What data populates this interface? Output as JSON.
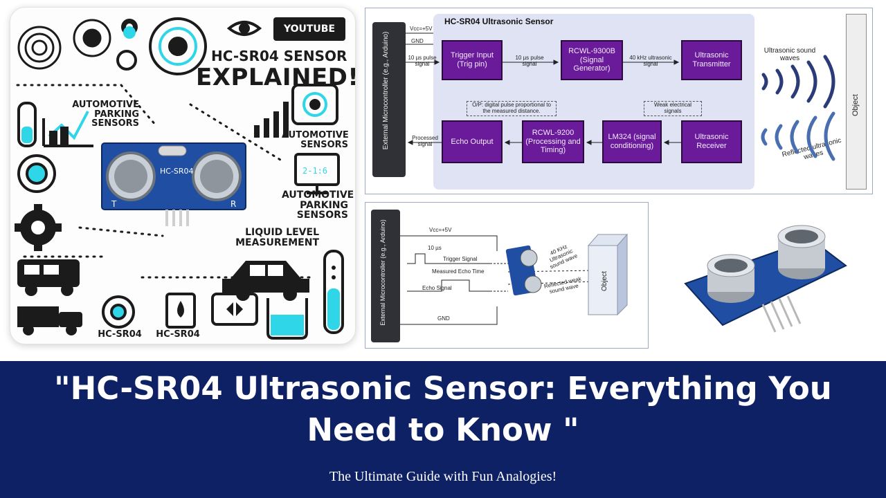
{
  "illustration": {
    "youtube_badge": "YOUTUBE",
    "title_line1": "HC-SR04 SENSOR",
    "title_line2": "EXPLAINED!",
    "labels": {
      "automotive_parking_1": "AUTOMOTIVE PARKING SENSORS",
      "automotive_sensors": "AUTOMOTIVE SENSORS",
      "automotive_parking_2": "AUTOMOTIVE PARKING SENSORS",
      "liquid_level": "LIQUID LEVEL MEASUREMENT",
      "module_name_1": "HC-SR04",
      "module_name_2": "HC-SR04",
      "module_silk": "HC-SR04",
      "pin_t": "T",
      "pin_r": "R"
    }
  },
  "block_diagram": {
    "title": "HC-SR04 Ultrasonic Sensor",
    "microcontroller": "External Microcontroller (e.g., Arduino)",
    "object": "Object",
    "vcc": "Vcc=+5V",
    "gnd": "GND",
    "pulse_in": "10 µs pulse signal",
    "processed": "Processed signal",
    "pulse_mid": "10 µs pulse signal",
    "khz": "40 kHz ultrasonic signal",
    "op_note": "O/P: digital pulse proportional to the measured distance.",
    "weak_note": "Weak electrical signals",
    "waves_out": "Ultrasonic sound waves",
    "waves_back": "Reflected ultrasonic waves",
    "boxes": {
      "trigger": "Trigger Input (Trig pin)",
      "rcwl9300": "RCWL-9300B (Signal Generator)",
      "transmitter": "Ultrasonic Transmitter",
      "echo_out": "Echo Output",
      "rcwl9200": "RCWL-9200 (Processing and Timing)",
      "lm324": "LM324 (signal conditioning)",
      "receiver": "Ultrasonic Receiver"
    }
  },
  "timing_diagram": {
    "microcontroller": "External Microcontroller (e.g., Arduino)",
    "vcc": "Vcc=+5V",
    "gnd": "GND",
    "ten_us": "10 µs",
    "trigger": "Trigger Signal",
    "measured": "Measured Echo Time",
    "echo": "Echo Signal",
    "sound_wave": "40 KHz Ultrasonic sound wave",
    "reflected": "Reflected weak sound wave",
    "object": "Object"
  },
  "banner": {
    "title": "\"HC-SR04 Ultrasonic Sensor: Everything You Need to Know \"",
    "subtitle": "The Ultimate Guide with Fun Analogies!"
  }
}
